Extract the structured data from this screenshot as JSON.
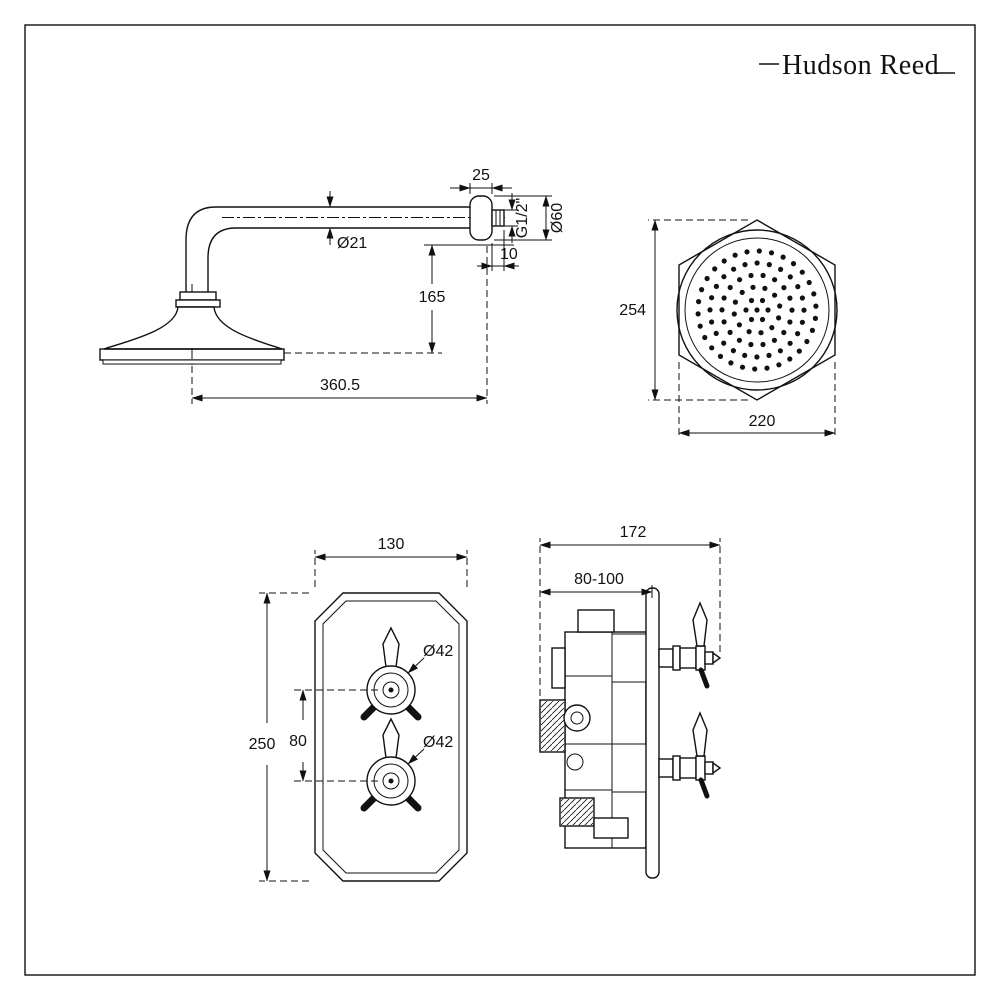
{
  "brand": "Hudson Reed",
  "drawings": {
    "head_side": {
      "plate_depth": "25",
      "arm_diameter": "Ø21",
      "thread": "G1/2\"",
      "plate_diameter": "Ø60",
      "stub_length": "10",
      "drop_height": "165",
      "reach": "360.5"
    },
    "head_plan": {
      "point_to_point": "254",
      "across_flats": "220"
    },
    "valve_front": {
      "plate_width": "130",
      "plate_height": "250",
      "handle_spacing": "80",
      "handle_diameter_top": "Ø42",
      "handle_diameter_bottom": "Ø42"
    },
    "valve_side": {
      "total_depth": "172",
      "recess_depth": "80-100"
    }
  }
}
